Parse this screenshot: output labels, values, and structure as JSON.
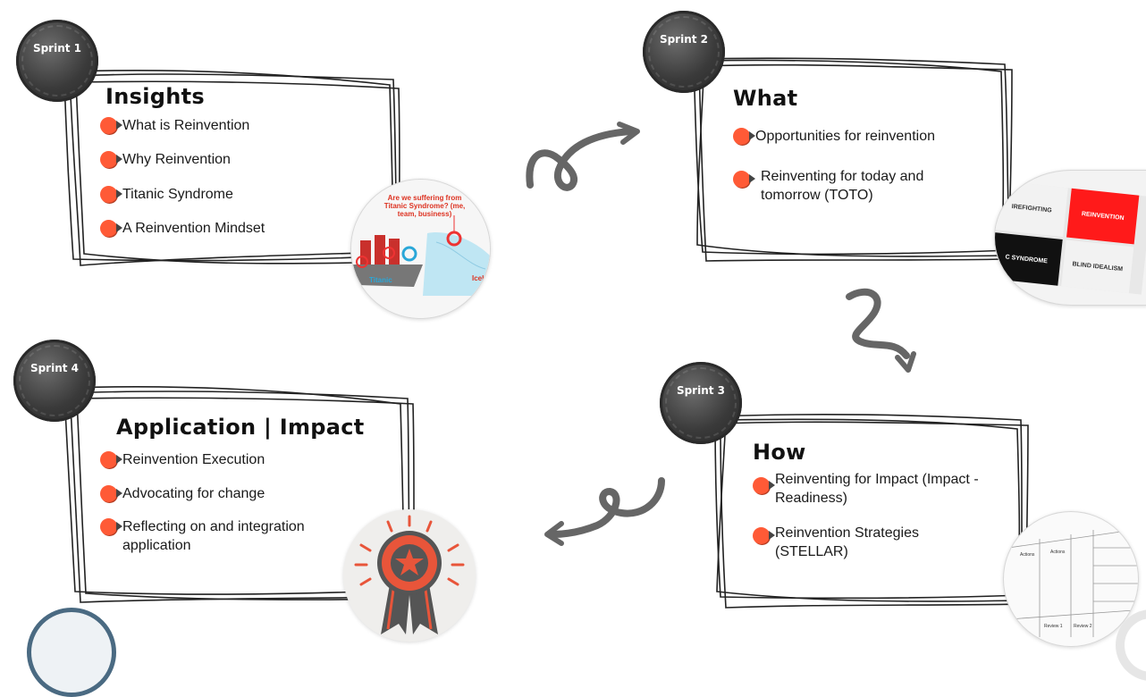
{
  "sprints": [
    {
      "badge": "Sprint 1",
      "title": "Insights",
      "items": [
        "What is Reinvention",
        "Why Reinvention",
        "Titanic Syndrome",
        "A Reinvention Mindset"
      ]
    },
    {
      "badge": "Sprint 2",
      "title": "What",
      "items": [
        "Opportunities for reinvention",
        "Reinventing for today and tomorrow  (TOTO)"
      ]
    },
    {
      "badge": "Sprint 3",
      "title": "How",
      "items": [
        "Reinventing for Impact (Impact - Readiness)",
        "Reinvention Strategies (STELLAR)"
      ]
    },
    {
      "badge": "Sprint 4",
      "title": "Application | Impact",
      "items": [
        "Reinvention Execution",
        "Advocating for change",
        "Reflecting on and integration application"
      ]
    }
  ],
  "thumbnails": {
    "titanic": {
      "heading": "Are we suffering from Titanic Syndrome? (me, team, business)",
      "label_left": "Titanic",
      "label_right": "Iceb"
    },
    "matrix": {
      "cells": [
        "IREFIGHTING",
        "REINVENTION",
        "C SYNDROME",
        "BLIND IDEALISM"
      ]
    },
    "canvas": {
      "labels": [
        "Actions",
        "Actions",
        "Review 1",
        "Review 2"
      ]
    }
  },
  "colors": {
    "accent": "#ff5a36",
    "ink": "#111111",
    "arrow": "#666666",
    "badge": "#3a3a3a"
  },
  "icons": [
    "sketch-arrow-icon",
    "award-badge-icon"
  ]
}
